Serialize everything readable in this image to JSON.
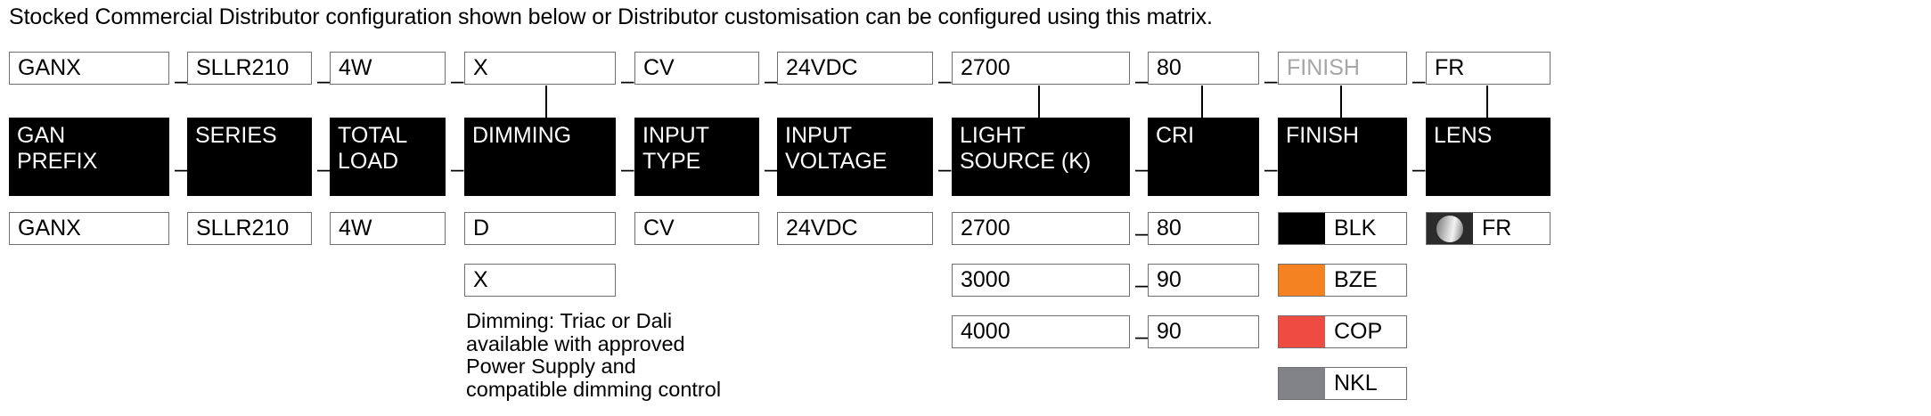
{
  "intro": "Stocked Commercial Distributor configuration shown below or Distributor customisation can be configured using this matrix.",
  "code_row": {
    "separator": "–",
    "fields": [
      {
        "name": "gan-prefix",
        "value": "GANX",
        "placeholder": false
      },
      {
        "name": "series",
        "value": "SLLR210",
        "placeholder": false
      },
      {
        "name": "total-load",
        "value": "4W",
        "placeholder": false
      },
      {
        "name": "dimming",
        "value": "X",
        "placeholder": false
      },
      {
        "name": "input-type",
        "value": "CV",
        "placeholder": false
      },
      {
        "name": "input-voltage",
        "value": "24VDC",
        "placeholder": false
      },
      {
        "name": "light-source",
        "value": "2700",
        "placeholder": false
      },
      {
        "name": "cri",
        "value": "80",
        "placeholder": false
      },
      {
        "name": "finish",
        "value": "FINISH",
        "placeholder": true
      },
      {
        "name": "lens",
        "value": "FR",
        "placeholder": false
      }
    ]
  },
  "headers": [
    {
      "name": "gan-prefix",
      "label": "GAN\nPREFIX"
    },
    {
      "name": "series",
      "label": "SERIES"
    },
    {
      "name": "total-load",
      "label": "TOTAL\nLOAD"
    },
    {
      "name": "dimming",
      "label": "DIMMING"
    },
    {
      "name": "input-type",
      "label": "INPUT\nTYPE"
    },
    {
      "name": "input-voltage",
      "label": "INPUT\nVOLTAGE"
    },
    {
      "name": "light-source",
      "label": "LIGHT\nSOURCE (K)"
    },
    {
      "name": "cri",
      "label": "CRI"
    },
    {
      "name": "finish",
      "label": "FINISH"
    },
    {
      "name": "lens",
      "label": "LENS"
    }
  ],
  "options": {
    "gan_prefix": [
      "GANX"
    ],
    "series": [
      "SLLR210"
    ],
    "total_load": [
      "4W"
    ],
    "dimming": [
      "D",
      "X"
    ],
    "input_type": [
      "CV"
    ],
    "input_voltage": [
      "24VDC"
    ],
    "light_source_cri": [
      {
        "k": "2700",
        "cri": "80"
      },
      {
        "k": "3000",
        "cri": "90"
      },
      {
        "k": "4000",
        "cri": "90"
      }
    ],
    "finish": [
      {
        "code": "BLK",
        "color": "#000000"
      },
      {
        "code": "BZE",
        "color": "#F58220"
      },
      {
        "code": "COP",
        "color": "#EE4B42"
      },
      {
        "code": "NKL",
        "color": "#808285"
      }
    ],
    "lens": [
      {
        "code": "FR",
        "icon": "frosted-sphere-icon"
      }
    ]
  },
  "dimming_note": "Dimming: Triac or Dali\navailable with approved\nPower Supply and\ncompatible dimming control"
}
